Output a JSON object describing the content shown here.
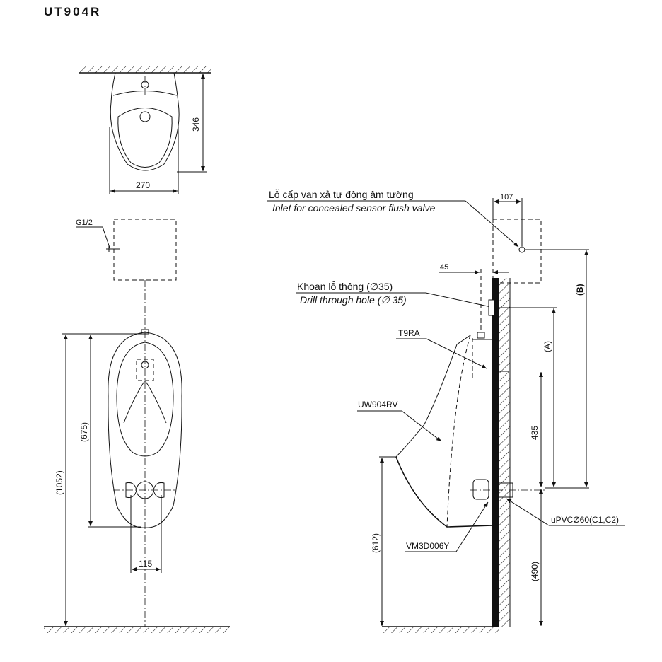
{
  "title": "UT904R",
  "top_view": {
    "dim_depth": "346",
    "dim_width": "270"
  },
  "front_view": {
    "inlet_label": "G1/2",
    "dim_total_height": "(1052)",
    "dim_bowl_height": "(675)",
    "dim_outlet_width": "115"
  },
  "side_view": {
    "inlet_label_vi": "Lỗ cấp van xả tự động âm tường",
    "inlet_label_en": "Inlet for concealed sensor flush valve",
    "dim_107": "107",
    "dim_45": "45",
    "drill_label_vi": "Khoan lỗ thông (∅35)",
    "drill_label_en": "Drill through hole (∅ 35)",
    "part_t9ra": "T9RA",
    "part_urinal": "UW904RV",
    "part_trap": "VM3D006Y",
    "part_pipe": "uPVCØ60(C1,C2)",
    "dim_b": "(B)",
    "dim_a": "(A)",
    "dim_435": "435",
    "dim_490": "(490)",
    "dim_612": "(612)"
  }
}
